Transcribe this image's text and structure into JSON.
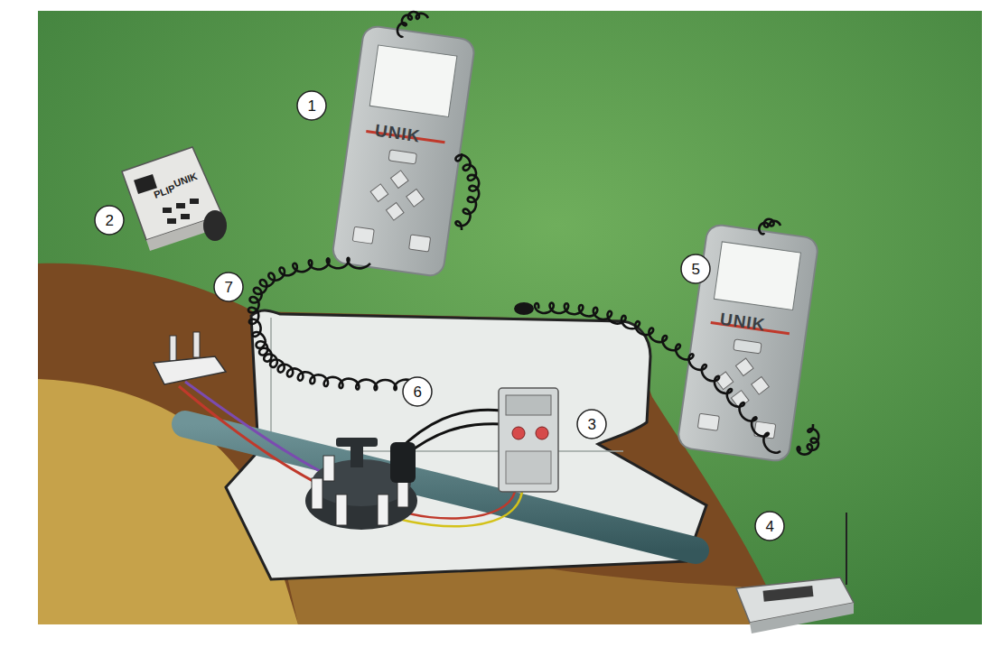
{
  "diagram": {
    "labels": [
      "1",
      "UNIK",
      "2",
      "PLIP",
      "UNIK",
      "3",
      "4",
      "5",
      "UNIK",
      "6",
      "7"
    ]
  }
}
